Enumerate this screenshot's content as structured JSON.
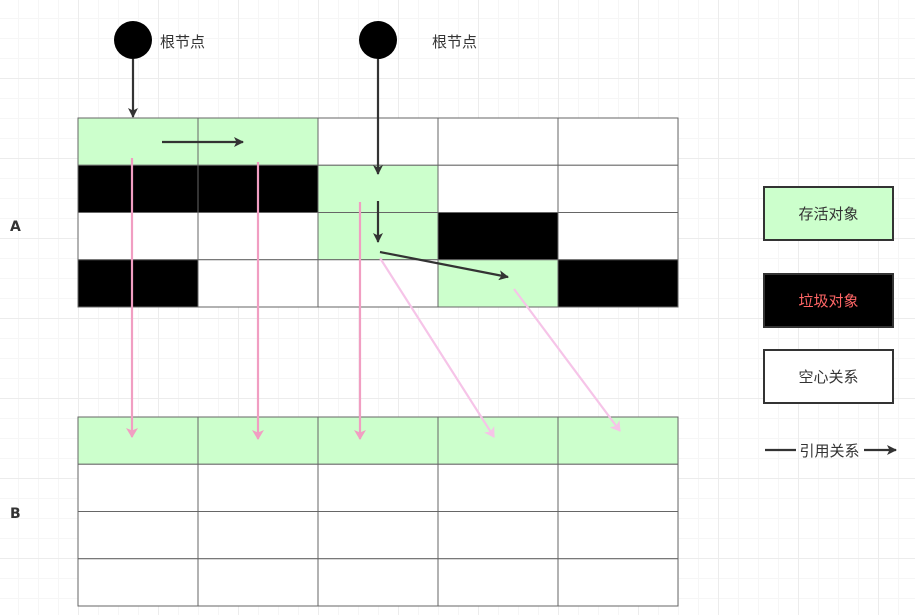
{
  "sections": {
    "a": "A",
    "b": "B"
  },
  "roots": {
    "left_label": "根节点",
    "right_label": "根节点"
  },
  "legend": {
    "live": "存活对象",
    "garbage": "垃圾对象",
    "empty": "空心关系",
    "reference": "引用关系"
  },
  "colors": {
    "live": "#ccffcc",
    "garbage": "#000000",
    "empty": "#ffffff",
    "grid_line": "#666666",
    "arrow_dark": "#333333",
    "arrow_pink": "#f19ec2",
    "arrow_pink_light": "#f6c4e8",
    "garbage_text": "#ff6666"
  },
  "grid_a": [
    [
      "live",
      "live",
      "empty",
      "empty",
      "empty"
    ],
    [
      "garbage",
      "garbage",
      "live",
      "empty",
      "empty"
    ],
    [
      "empty",
      "empty",
      "live",
      "garbage",
      "empty"
    ],
    [
      "garbage",
      "empty",
      "empty",
      "live",
      "garbage"
    ]
  ],
  "grid_b": [
    [
      "live",
      "live",
      "live",
      "live",
      "live"
    ],
    [
      "empty",
      "empty",
      "empty",
      "empty",
      "empty"
    ],
    [
      "empty",
      "empty",
      "empty",
      "empty",
      "empty"
    ],
    [
      "empty",
      "empty",
      "empty",
      "empty",
      "empty"
    ]
  ]
}
